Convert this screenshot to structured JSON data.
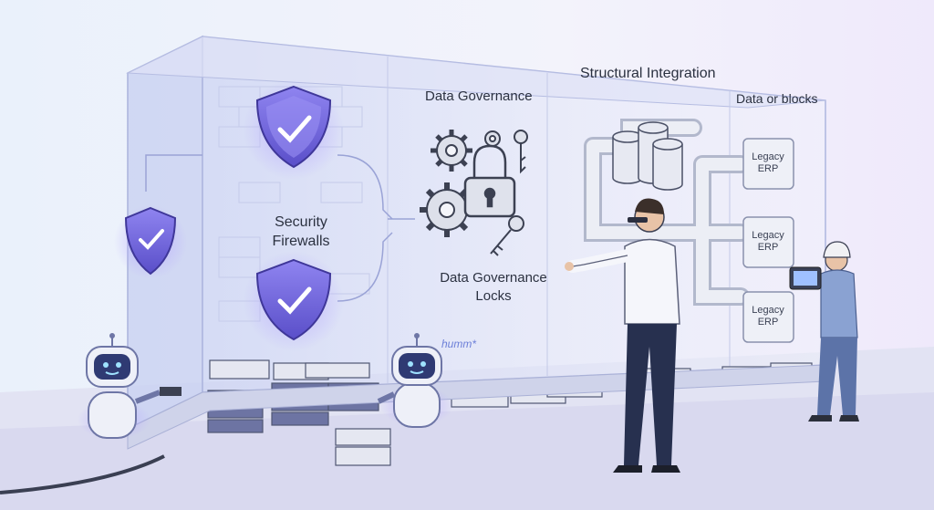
{
  "labels": {
    "security_firewalls": [
      "Security",
      "Firewalls"
    ],
    "data_governance": "Data Governance",
    "data_governance_locks": [
      "Data Governance",
      "Locks"
    ],
    "structural_integration": "Structural Integration",
    "data_or_blocks": "Data or blocks",
    "legacy_erp": [
      [
        "Legacy",
        "ERP"
      ],
      [
        "Legacy",
        "ERP"
      ],
      [
        "Legacy",
        "ERP"
      ]
    ],
    "humm": "humm*"
  },
  "colors": {
    "background": "#eef1fb",
    "accent_purple": "#7b6fe0",
    "shield_glow": "#a99cff",
    "panel_line": "#b9bfe0",
    "pipe": "#e4e7f2",
    "text": "#2b3140"
  },
  "icons": [
    "shield-check-icon",
    "gear-icon",
    "padlock-icon",
    "key-icon",
    "database-icon",
    "pipe-icon",
    "robot-icon",
    "server-block-icon",
    "tablet-icon",
    "hard-hat-icon"
  ]
}
